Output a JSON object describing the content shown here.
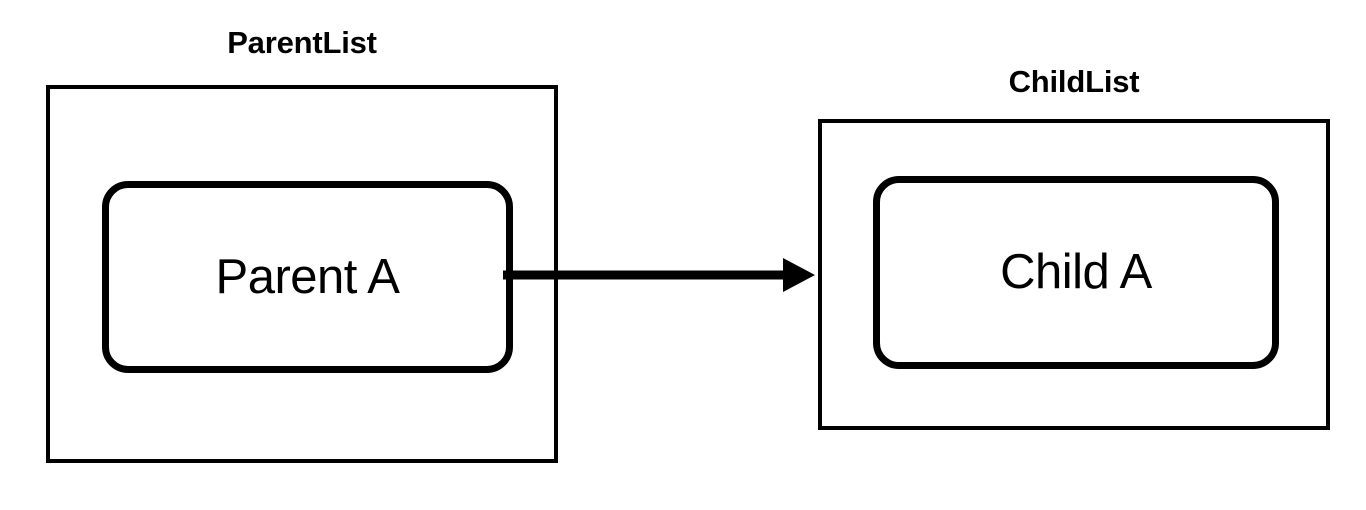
{
  "diagram": {
    "type": "relationship-diagram",
    "background_color": "#ffffff",
    "stroke_color": "#000000",
    "groups": [
      {
        "id": "parentlist",
        "title": "ParentList",
        "items": [
          {
            "id": "parent-a",
            "label": "Parent A"
          }
        ]
      },
      {
        "id": "childlist",
        "title": "ChildList",
        "items": [
          {
            "id": "child-a",
            "label": "Child A"
          }
        ]
      }
    ],
    "edges": [
      {
        "id": "parent-a-to-child-a",
        "from": "parent-a",
        "to": "child-a",
        "style": "solid",
        "arrowhead": "filled-triangle",
        "label": ""
      }
    ]
  }
}
